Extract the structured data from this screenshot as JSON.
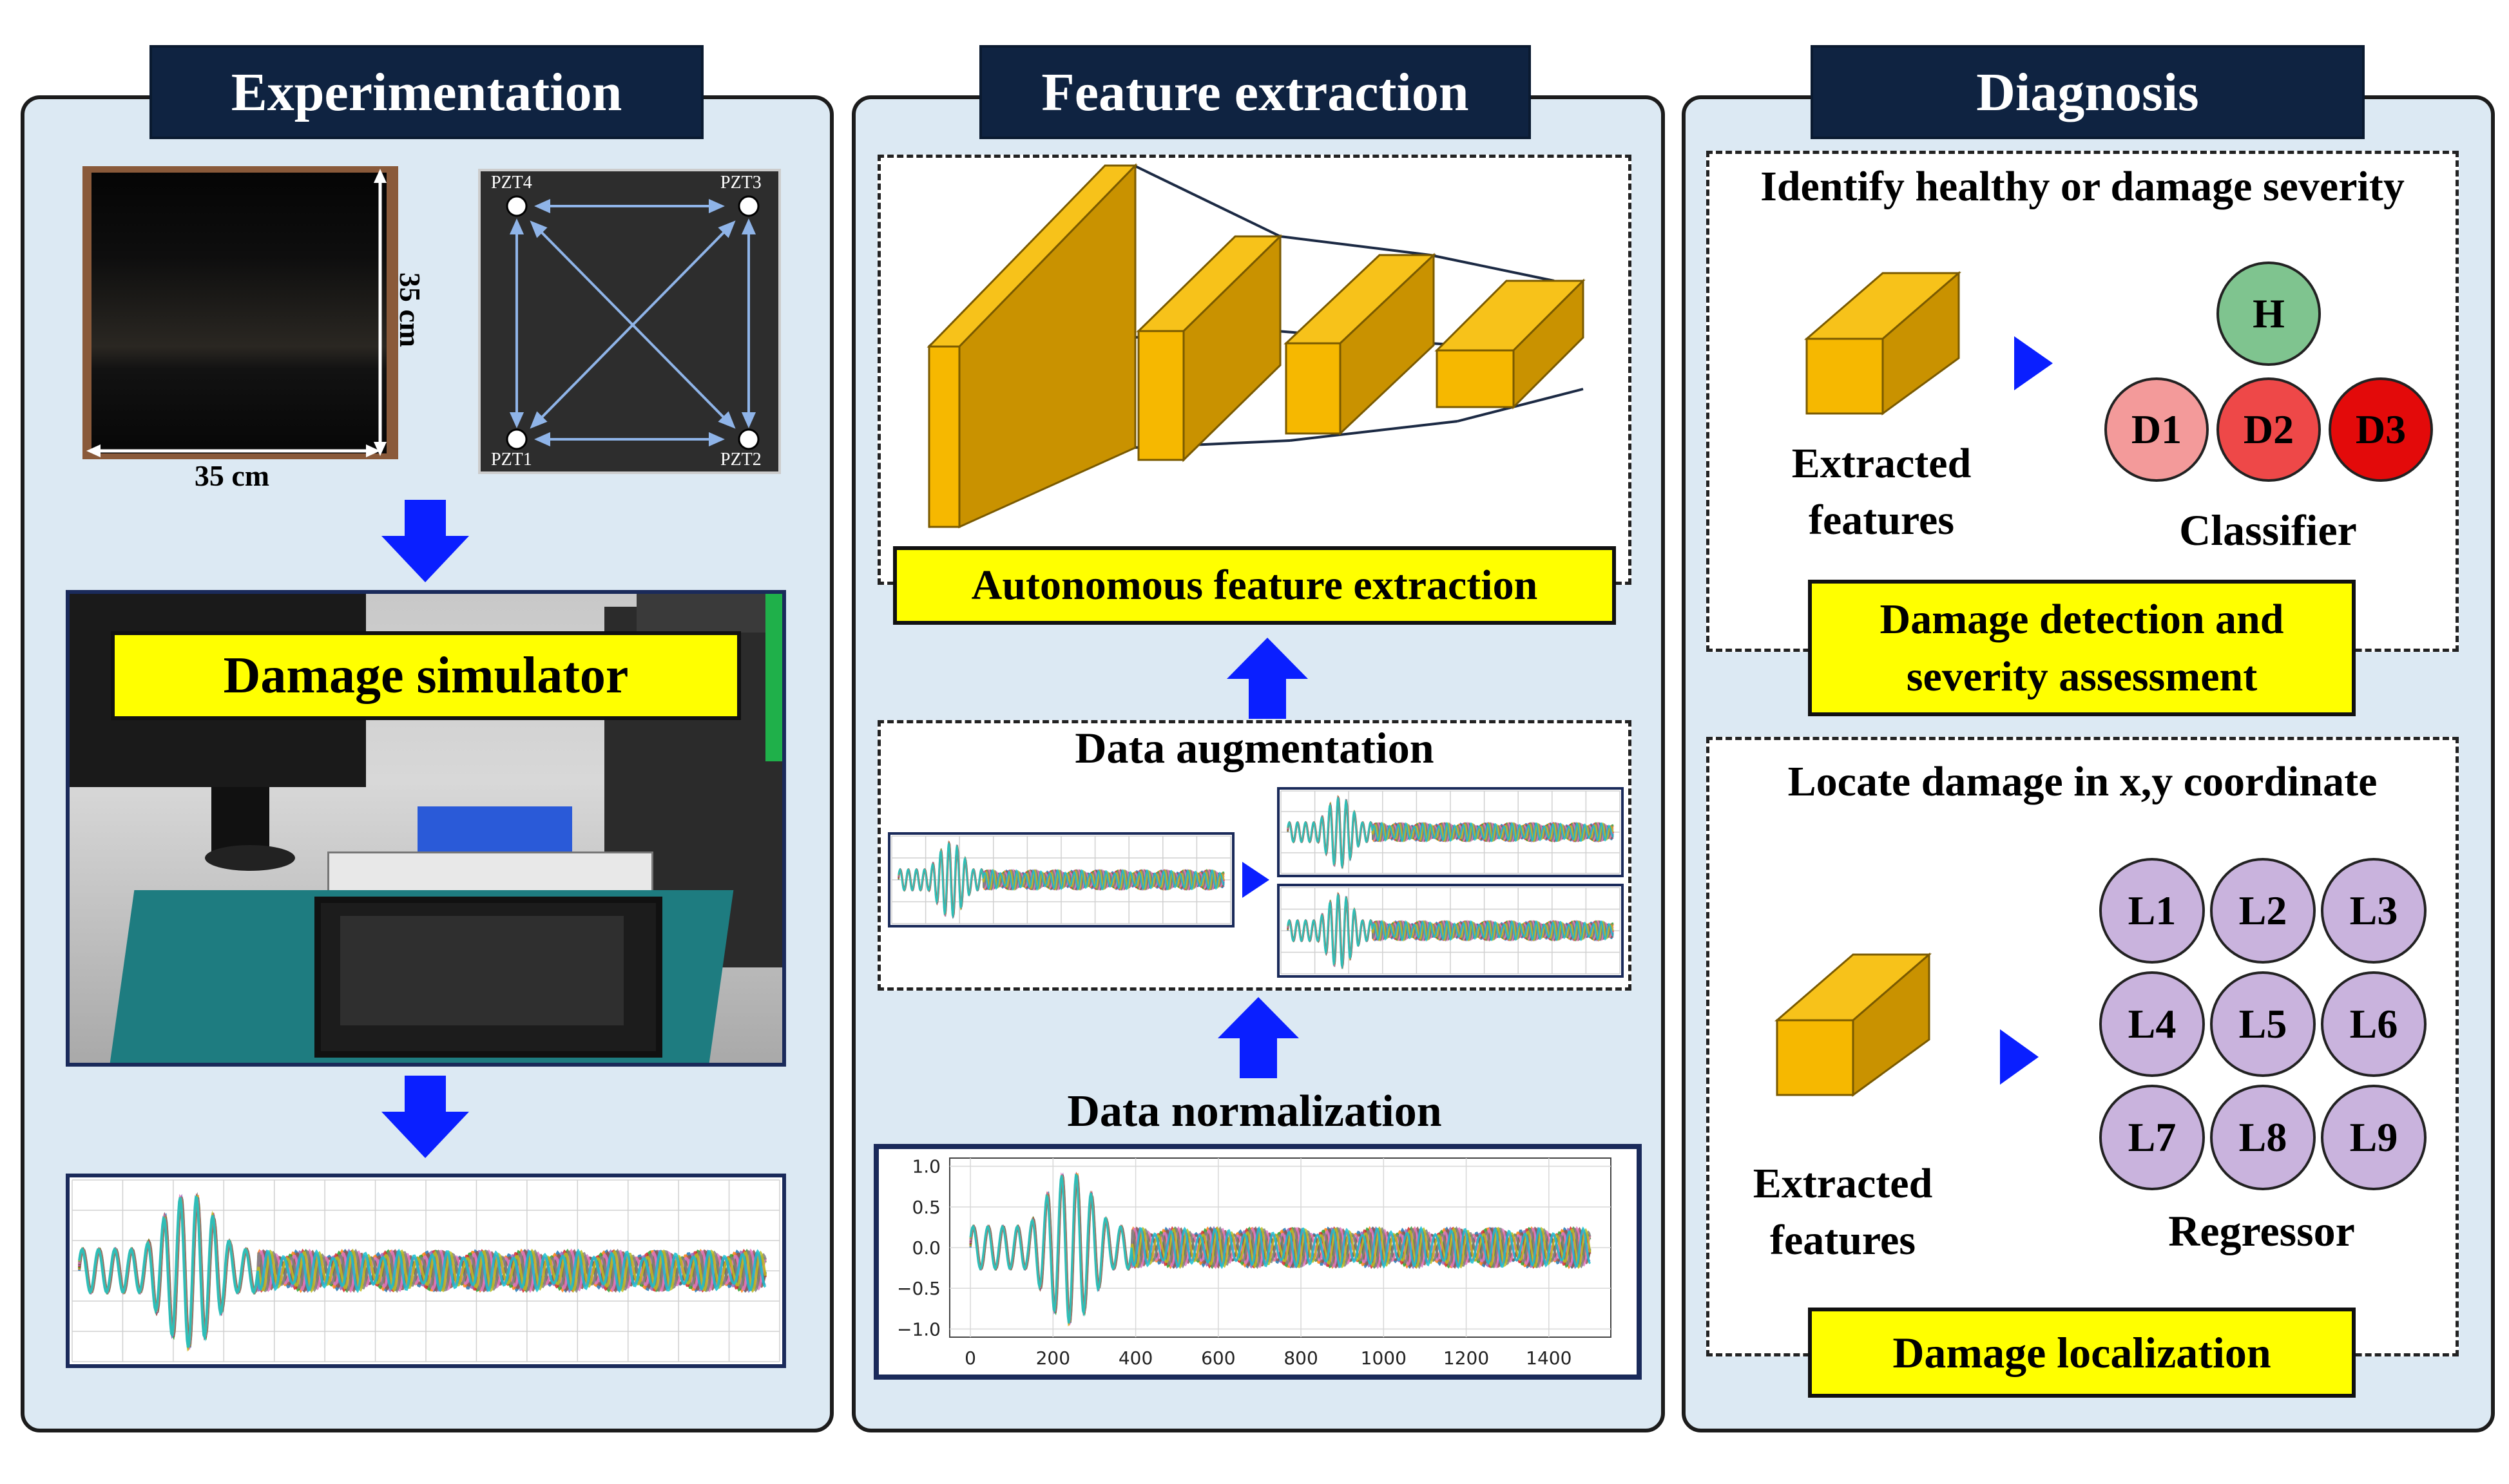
{
  "panels": {
    "experimentation": {
      "title": "Experimentation",
      "plate_dim_vertical": "35 cm",
      "plate_dim_horizontal": "35 cm",
      "sensors": [
        "PZT4",
        "PZT3",
        "PZT1",
        "PZT2"
      ],
      "simulator_label": "Damage simulator"
    },
    "feature_extraction": {
      "title": "Feature extraction",
      "cnn_label": "Autonomous feature extraction",
      "augmentation_label": "Data augmentation",
      "normalization_label": "Data normalization",
      "plot_y_ticks": [
        "1.0",
        "0.5",
        "0.0",
        "−0.5",
        "−1.0"
      ],
      "plot_x_ticks": [
        "0",
        "200",
        "400",
        "600",
        "800",
        "1000",
        "1200",
        "1400"
      ]
    },
    "diagnosis": {
      "title": "Diagnosis",
      "top_heading": "Identify healthy or damage severity",
      "features_label_top": [
        "Extracted",
        "features"
      ],
      "classes": [
        "H",
        "D1",
        "D2",
        "D3"
      ],
      "classifier_label": "Classifier",
      "detection_label": [
        "Damage detection and",
        "severity assessment"
      ],
      "bottom_heading": "Locate damage in x,y coordinate",
      "features_label_bottom": [
        "Extracted",
        "features"
      ],
      "locations": [
        "L1",
        "L2",
        "L3",
        "L4",
        "L5",
        "L6",
        "L7",
        "L8",
        "L9"
      ],
      "regressor_label": "Regressor",
      "localization_label": "Damage localization"
    }
  },
  "colors": {
    "panel_bg": "#dce9f3",
    "title_bg": "#0f2341",
    "yellow": "#ffff00",
    "arrow_blue": "#0a1fff",
    "block_front": "#f6b800",
    "block_side": "#c99200",
    "healthy": "#7fc48f",
    "d1": "#f39a9a",
    "d2": "#ee4848",
    "d3": "#e30a0a",
    "location": "#c9b3dd"
  }
}
